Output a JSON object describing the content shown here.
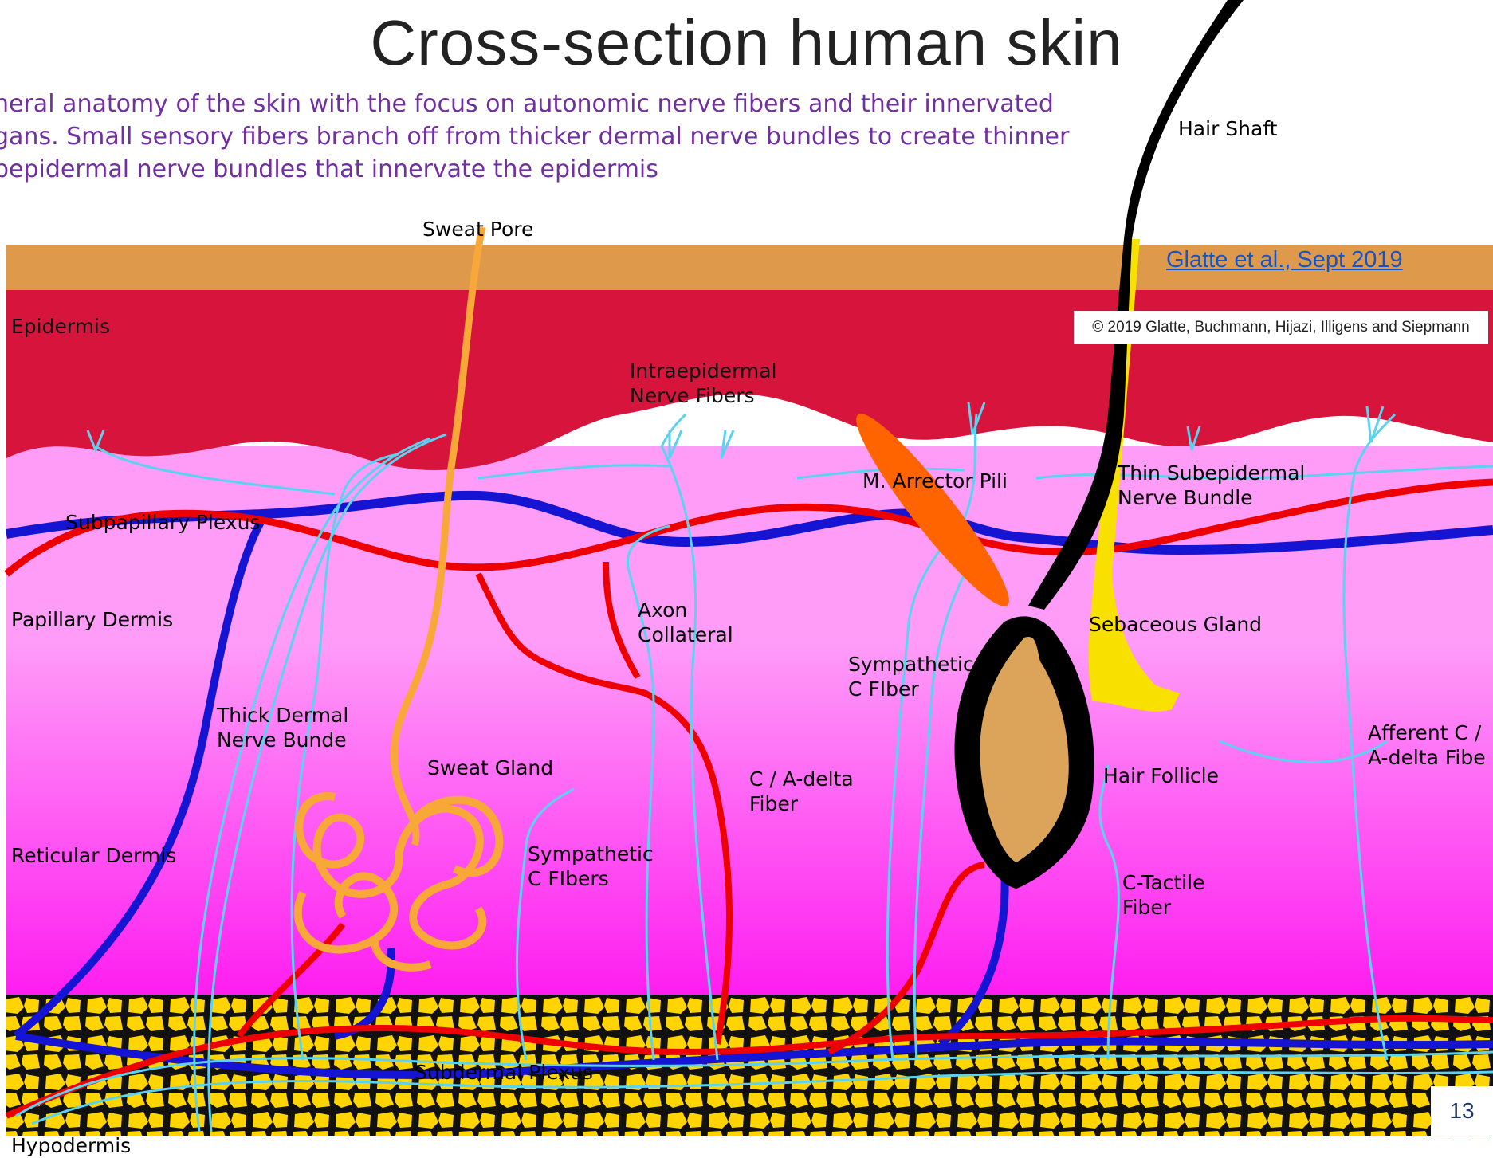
{
  "slide": {
    "title": "Cross-section human skin",
    "caption_lines": [
      "neral anatomy of the skin with the focus on autonomic nerve fibers and their innervated",
      "gans. Small sensory fibers branch off from thicker dermal nerve bundles to create thinner",
      "bepidermal nerve bundles that innervate the epidermis"
    ],
    "citation_link": "Glatte et al., Sept 2019",
    "copyright": "© 2019 Glatte, Buchmann, Hijazi, Illigens and Siepmann",
    "page_number": "13"
  },
  "diagram": {
    "labels": {
      "hair_shaft": "Hair Shaft",
      "sweat_pore": "Sweat Pore",
      "epidermis": "Epidermis",
      "intraepidermal_1": "Intraepidermal",
      "intraepidermal_2": "Nerve Fibers",
      "arrector_pili": "M. Arrector Pili",
      "thin_subepidermal_1": "Thin Subepidermal",
      "thin_subepidermal_2": "Nerve Bundle",
      "subpapillary_plexus": "Subpapillary Plexus",
      "papillary_dermis": "Papillary Dermis",
      "axon_collateral_1": "Axon",
      "axon_collateral_2": "Collateral",
      "sebaceous_gland": "Sebaceous Gland",
      "sympathetic_c_fiber_1": "Sympathetic",
      "sympathetic_c_fiber_2": "C FIber",
      "thick_dermal_1": "Thick Dermal",
      "thick_dermal_2": "Nerve Bunde",
      "afferent_1": "Afferent C /",
      "afferent_2": "A-delta Fibe",
      "sweat_gland": "Sweat Gland",
      "c_adelta_1": "C / A-delta",
      "c_adelta_2": "Fiber",
      "hair_follicle": "Hair Follicle",
      "reticular_dermis": "Reticular Dermis",
      "sympathetic_c_fibers_1": "Sympathetic",
      "sympathetic_c_fibers_2": "C FIbers",
      "c_tactile_1": "C-Tactile",
      "c_tactile_2": "Fiber",
      "subdermal_plexus": "Subdermal Plexus",
      "hypodermis": "Hypodermis"
    },
    "colors": {
      "stratum_corneum": "#DE9A4A",
      "epidermis": "#D7143C",
      "papillary_dermis": "#FF9CF8",
      "reticular_dermis": "#FF1AF0",
      "hypodermis_fat": "#FFD400",
      "artery": "#EE0000",
      "vein": "#1414D2",
      "nerve": "#5AD2F0",
      "sweat_gland": "#F8A838",
      "hair": "#000000",
      "sebaceous_gland": "#F8E000",
      "arrector_pili": "#FF6400",
      "hair_bulb": "#DBA45A",
      "caption_text": "#7030A0",
      "link": "#1155CC"
    }
  }
}
